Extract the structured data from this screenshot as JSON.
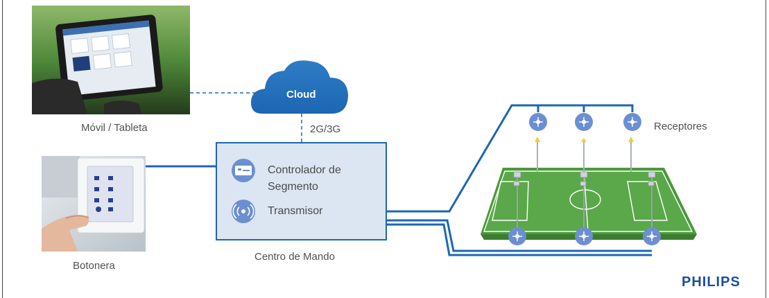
{
  "labels": {
    "tablet": "Móvil / Tableta",
    "botonera": "Botonera",
    "cloud": "Cloud",
    "network": "2G/3G",
    "controller_line1": "Controlador de",
    "controller_line2": "Segmento",
    "transmitter": "Transmisor",
    "control_center": "Centro de Mando",
    "receivers": "Receptores",
    "brand": "PHILIPS"
  },
  "icons": {
    "controller": "controller-card-icon",
    "transmitter": "wireless-broadcast-icon",
    "receiver": "network-node-icon"
  },
  "colors": {
    "accent_blue": "#1c66b3",
    "box_fill": "#dce6f2",
    "box_stroke": "#1c66b3",
    "icon_blue": "#6b8fd1",
    "field_green": "#5aa84a",
    "brand_blue": "#1c4fa0"
  }
}
